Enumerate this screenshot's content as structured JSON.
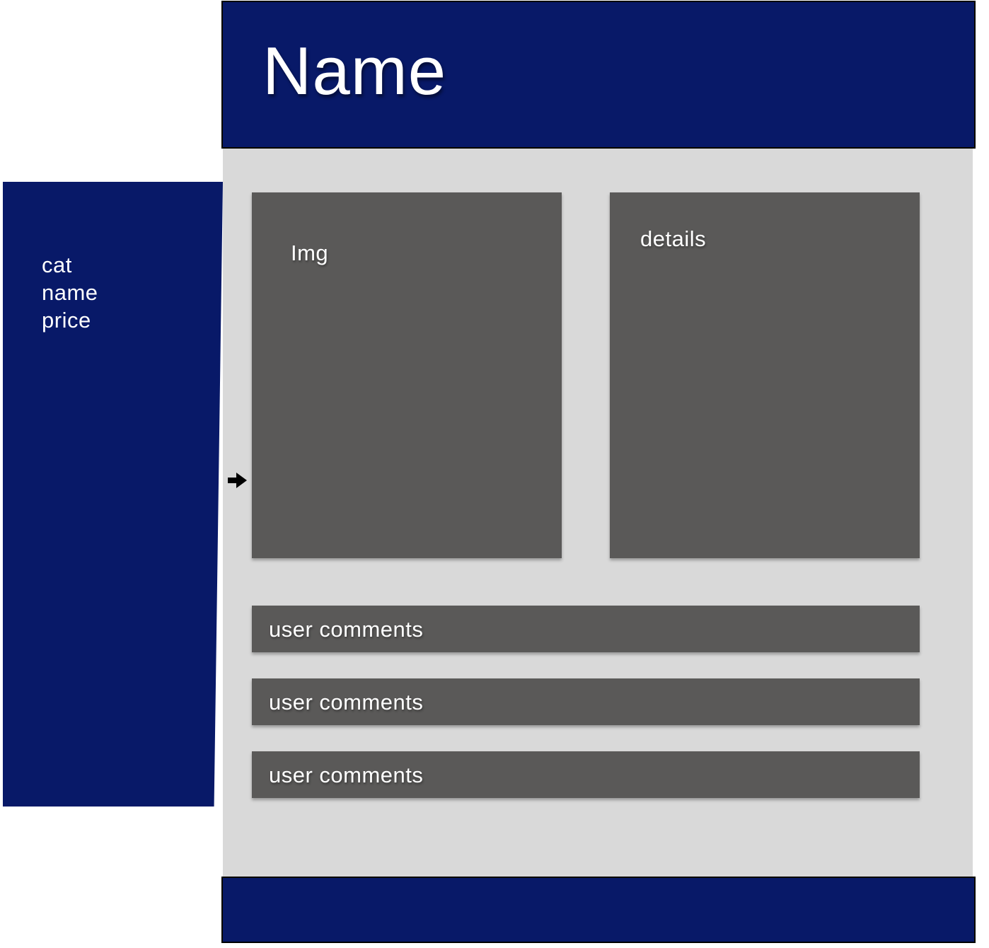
{
  "header": {
    "title": "Name"
  },
  "sidebar": {
    "items": [
      {
        "label": "cat"
      },
      {
        "label": "name"
      },
      {
        "label": "price"
      }
    ]
  },
  "main": {
    "image_panel": {
      "label": "Img"
    },
    "details_panel": {
      "label": "details"
    },
    "comments": [
      {
        "label": "user comments"
      },
      {
        "label": "user comments"
      },
      {
        "label": "user comments"
      }
    ]
  },
  "icons": {
    "pointer": "arrow-right-icon"
  },
  "colors": {
    "navy": "#081968",
    "content_bg": "#d9d9d9",
    "panel_gray": "#5a5958",
    "text": "#ffffff"
  }
}
